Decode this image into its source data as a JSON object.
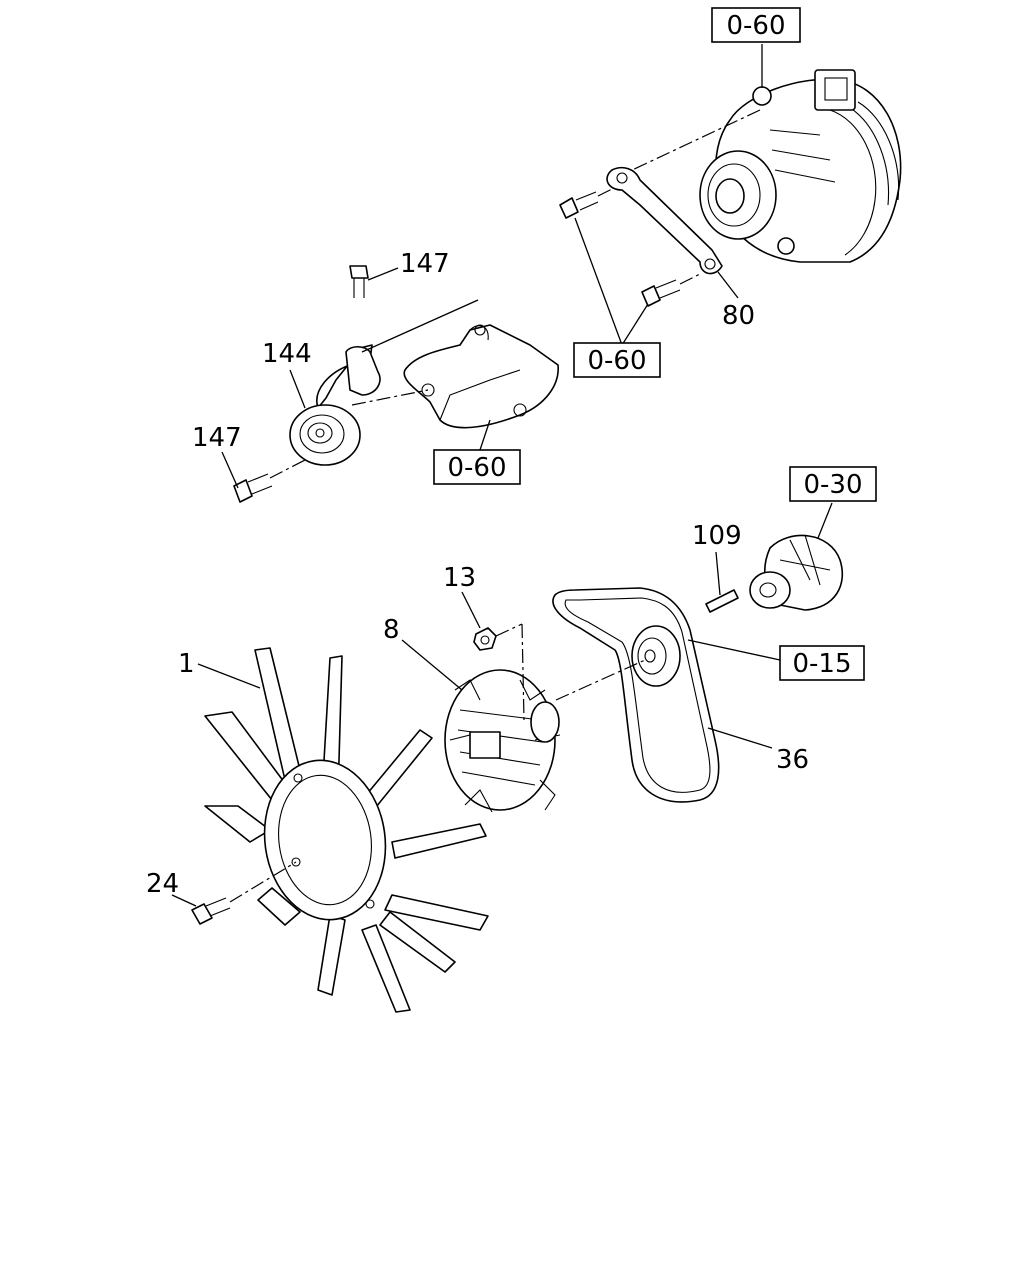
{
  "callouts": {
    "c1": "1",
    "c8": "8",
    "c13": "13",
    "c24": "24",
    "c36": "36",
    "c80": "80",
    "c109": "109",
    "c144": "144",
    "c147_top": "147",
    "c147_left": "147"
  },
  "refs": {
    "r060_top": "0-60",
    "r060_mid": "0-60",
    "r060_left": "0-60",
    "r030": "0-30",
    "r015": "0-15"
  }
}
